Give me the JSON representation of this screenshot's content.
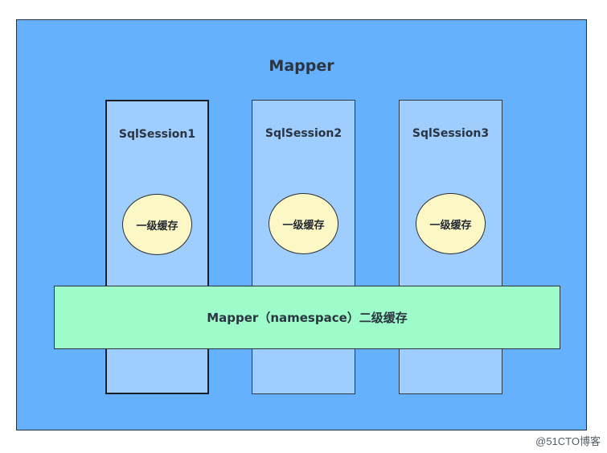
{
  "diagram": {
    "title": "Mapper",
    "sessions": [
      {
        "label": "SqlSession1",
        "cache_label": "一级缓存"
      },
      {
        "label": "SqlSession2",
        "cache_label": "一级缓存"
      },
      {
        "label": "SqlSession3",
        "cache_label": "一级缓存"
      }
    ],
    "second_level_cache_label": "Mapper（namespace）二级缓存",
    "watermark": "@51CTO博客"
  },
  "colors": {
    "outer_fill": "#66b1fe",
    "session_fill": "#9fcdfd",
    "cache_fill": "#fcf8c6",
    "second_level_fill": "#9efccb"
  }
}
